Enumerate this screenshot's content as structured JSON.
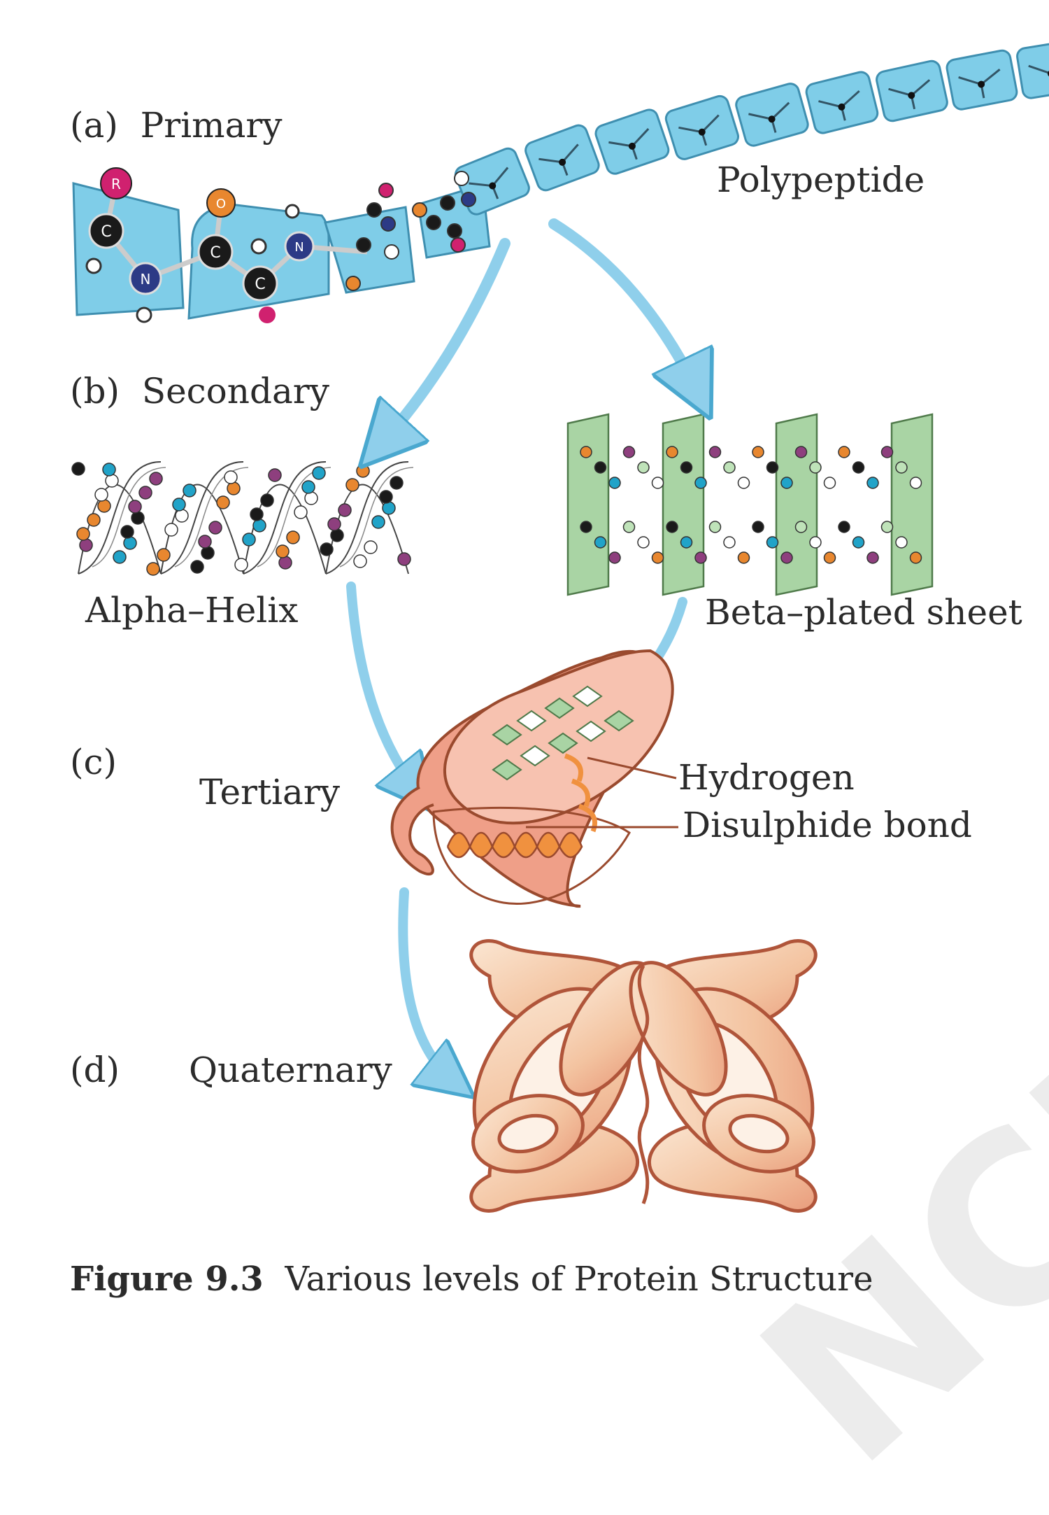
{
  "figure": {
    "caption_number": "Figure 9.3",
    "caption_text": "Various levels of Protein Structure"
  },
  "levels": {
    "primary": {
      "tag": "(a)",
      "name": "Primary"
    },
    "secondary": {
      "tag": "(b)",
      "name": "Secondary"
    },
    "tertiary": {
      "tag": "(c)",
      "name": "Tertiary"
    },
    "quaternary": {
      "tag": "(d)",
      "name": "Quaternary"
    }
  },
  "labels": {
    "polypeptide": "Polypeptide",
    "alpha_helix": "Alpha–Helix",
    "beta_sheet": "Beta–plated sheet",
    "hydrogen": "Hydrogen",
    "disulphide": "Disulphide bond"
  },
  "atoms": {
    "R": "R",
    "C": "C",
    "N": "N",
    "O": "O"
  },
  "watermark": "NCERT",
  "colors": {
    "bead": "#7fcde8",
    "bead_stroke": "#3f8fb0",
    "sheet": "#a9d4a4",
    "arrow": "#8fcfeb",
    "ribbon": "#ef9f88",
    "ribbon_stroke": "#9a4a2e",
    "quat": "#f6d2b5",
    "atom_black": "#1a1a1a",
    "atom_magenta": "#d0216f",
    "atom_orange": "#e8872f",
    "atom_navy": "#2c3a86",
    "atom_cyan": "#21a3c8",
    "atom_purple": "#8e3f7e"
  }
}
